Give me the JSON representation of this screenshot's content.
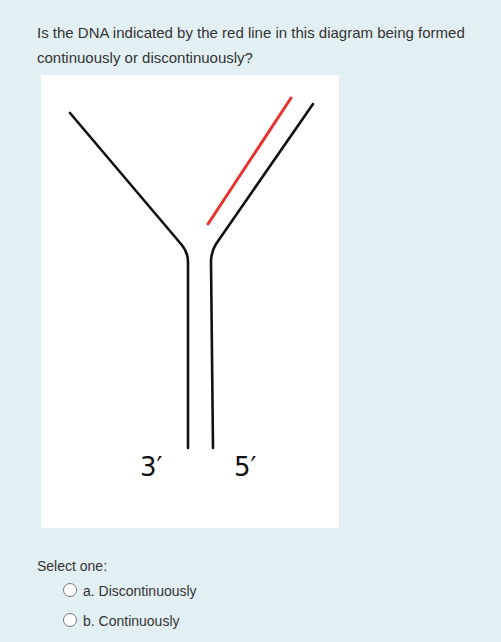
{
  "diagram": {
    "labels": [
      "Is the DNA indicated by the red line in this diagram being formed continuously or discontinuously?",
      "3′",
      "5′",
      "Select one:",
      "a. Discontinuously",
      "b. Continuously"
    ]
  }
}
